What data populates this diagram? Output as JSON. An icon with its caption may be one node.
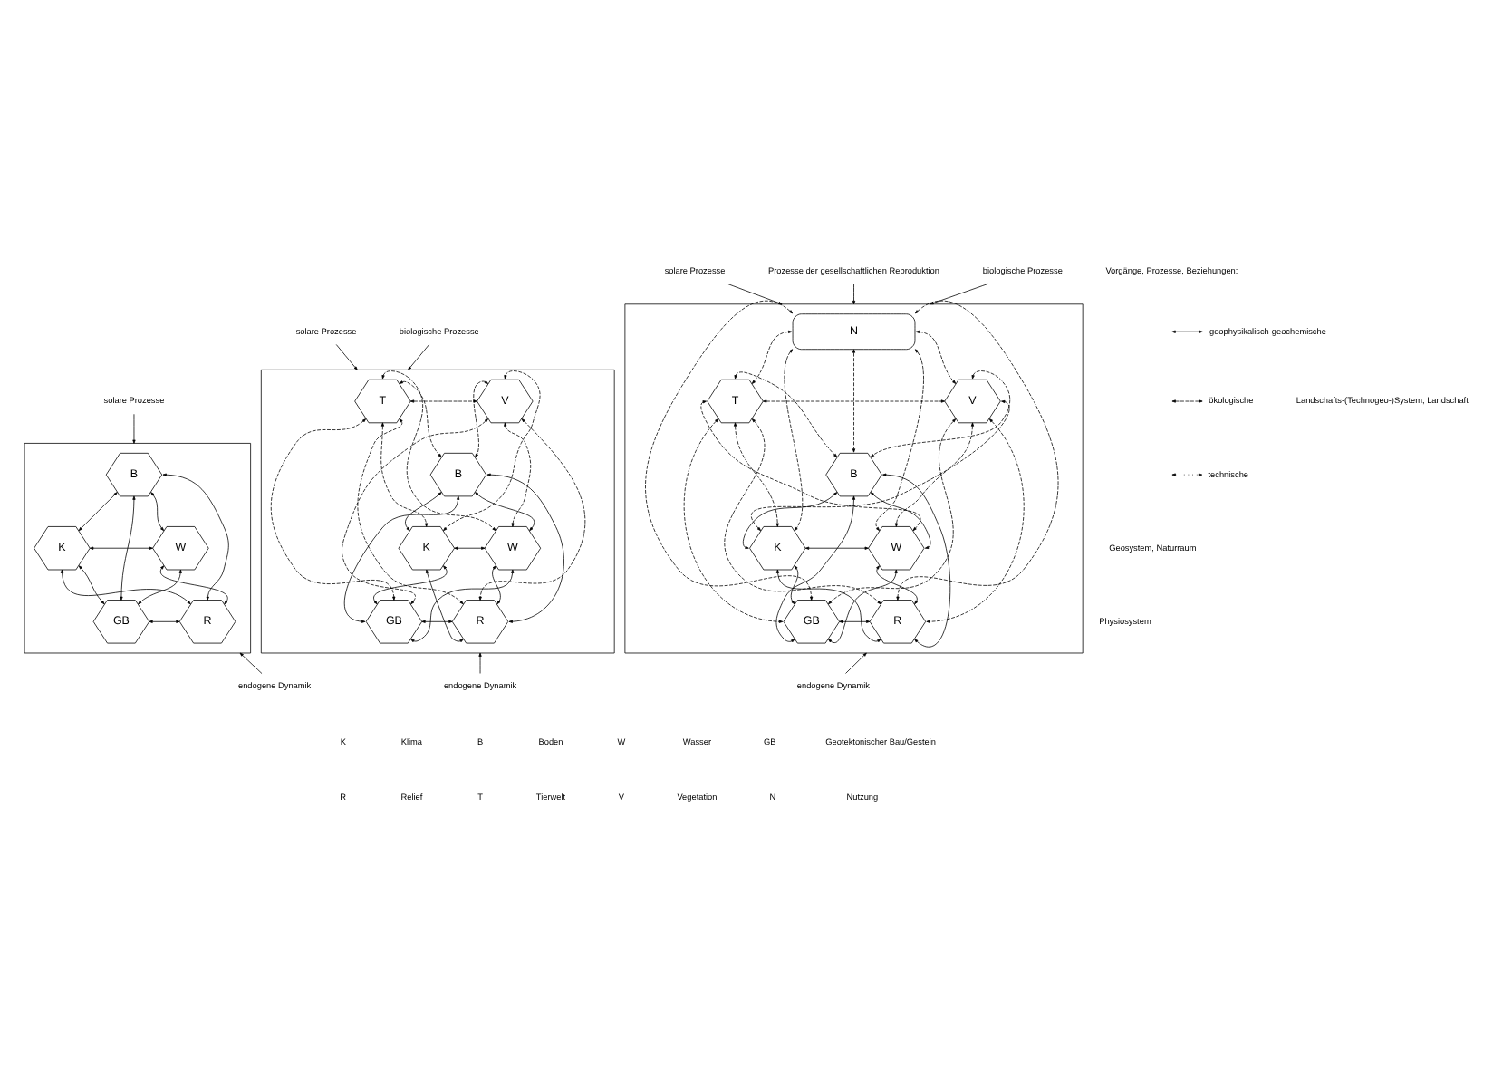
{
  "diagram": {
    "nodes": [
      {
        "text": [
          "solare Prozesse"
        ]
      },
      {
        "text": [],
        "shape": "box"
      },
      {
        "text": [
          "B"
        ],
        "in": 1
      },
      {
        "text": [
          "K"
        ],
        "in": 1
      },
      {
        "text": [
          "W"
        ],
        "in": 1
      },
      {
        "text": [
          "GB"
        ],
        "in": 1
      },
      {
        "text": [
          "R"
        ],
        "in": 1
      },
      {
        "text": [
          "endogene Dynamik"
        ]
      },
      {
        "text": [
          "solare Prozesse"
        ]
      },
      {
        "text": [
          "biologische Prozesse"
        ]
      },
      {
        "text": [],
        "shape": "box"
      },
      {
        "text": [
          "T"
        ],
        "in": 10
      },
      {
        "text": [
          "V"
        ],
        "in": 10
      },
      {
        "text": [
          "B"
        ],
        "in": 10
      },
      {
        "text": [
          "K"
        ],
        "in": 10
      },
      {
        "text": [
          "W"
        ],
        "in": 10
      },
      {
        "text": [
          "GB"
        ],
        "in": 10
      },
      {
        "text": [
          "R"
        ],
        "in": 10
      },
      {
        "text": [
          "endogene Dynamik"
        ]
      },
      {
        "text": [
          "solare Prozesse"
        ]
      },
      {
        "text": [
          "Prozesse der gesellschaftlichen Reproduktion"
        ]
      },
      {
        "text": [
          "biologische Prozesse"
        ]
      },
      {
        "text": [],
        "shape": "box"
      },
      {
        "text": [
          "N"
        ],
        "in": 22
      },
      {
        "text": [
          "T"
        ],
        "in": 22
      },
      {
        "text": [
          "V"
        ],
        "in": 22
      },
      {
        "text": [
          "B"
        ],
        "in": 22
      },
      {
        "text": [
          "K"
        ],
        "in": 22
      },
      {
        "text": [
          "W"
        ],
        "in": 22
      },
      {
        "text": [
          "GB"
        ],
        "in": 22
      },
      {
        "text": [
          "R"
        ],
        "in": 22
      },
      {
        "text": [
          "endogene Dynamik"
        ]
      }
    ],
    "edges": [
      {
        "from": 0,
        "to": 1,
        "arrow": "to"
      },
      {
        "from": 2,
        "to": 3,
        "arrow": "both"
      },
      {
        "from": 2,
        "to": 4,
        "arrow": "both"
      },
      {
        "from": 2,
        "to": 5,
        "arrow": "both"
      },
      {
        "from": 2,
        "to": 6,
        "arrow": "both"
      },
      {
        "from": 3,
        "to": 4,
        "arrow": "both"
      },
      {
        "from": 3,
        "to": 5,
        "arrow": "both"
      },
      {
        "from": 3,
        "to": 6,
        "arrow": "both"
      },
      {
        "from": 4,
        "to": 5,
        "arrow": "both"
      },
      {
        "from": 4,
        "to": 6,
        "arrow": "both"
      },
      {
        "from": 5,
        "to": 6,
        "arrow": "both"
      },
      {
        "from": 7,
        "to": 1,
        "arrow": "to"
      },
      {
        "from": 8,
        "to": 10,
        "arrow": "to"
      },
      {
        "from": 9,
        "to": 10,
        "arrow": "to"
      },
      {
        "from": 11,
        "to": 12,
        "arrow": "both",
        "style": "dashed"
      },
      {
        "from": 11,
        "to": 13,
        "arrow": "both",
        "style": "dashed"
      },
      {
        "from": 11,
        "to": 14,
        "arrow": "both",
        "style": "dashed"
      },
      {
        "from": 11,
        "to": 15,
        "arrow": "both",
        "style": "dashed"
      },
      {
        "from": 11,
        "to": 16,
        "arrow": "both",
        "style": "dashed"
      },
      {
        "from": 11,
        "to": 17,
        "arrow": "both",
        "style": "dashed"
      },
      {
        "from": 12,
        "to": 13,
        "arrow": "both",
        "style": "dashed"
      },
      {
        "from": 12,
        "to": 14,
        "arrow": "both",
        "style": "dashed"
      },
      {
        "from": 12,
        "to": 15,
        "arrow": "both",
        "style": "dashed"
      },
      {
        "from": 12,
        "to": 16,
        "arrow": "both",
        "style": "dashed"
      },
      {
        "from": 12,
        "to": 17,
        "arrow": "both",
        "style": "dashed"
      },
      {
        "from": 13,
        "to": 14,
        "arrow": "both"
      },
      {
        "from": 13,
        "to": 15,
        "arrow": "both"
      },
      {
        "from": 13,
        "to": 16,
        "arrow": "both"
      },
      {
        "from": 13,
        "to": 17,
        "arrow": "both"
      },
      {
        "from": 14,
        "to": 15,
        "arrow": "both"
      },
      {
        "from": 14,
        "to": 16,
        "arrow": "both"
      },
      {
        "from": 14,
        "to": 17,
        "arrow": "both"
      },
      {
        "from": 15,
        "to": 16,
        "arrow": "both"
      },
      {
        "from": 15,
        "to": 17,
        "arrow": "both"
      },
      {
        "from": 16,
        "to": 17,
        "arrow": "both"
      },
      {
        "from": 18,
        "to": 10,
        "arrow": "to"
      },
      {
        "from": 19,
        "to": 22,
        "arrow": "to"
      },
      {
        "from": 20,
        "to": 22,
        "arrow": "to"
      },
      {
        "from": 21,
        "to": 22,
        "arrow": "to"
      },
      {
        "from": 23,
        "to": 24,
        "arrow": "both",
        "style": "dashed"
      },
      {
        "from": 23,
        "to": 25,
        "arrow": "both",
        "style": "dashed"
      },
      {
        "from": 23,
        "to": 26,
        "arrow": "both",
        "style": "dashed"
      },
      {
        "from": 23,
        "to": 27,
        "arrow": "both",
        "style": "dashed"
      },
      {
        "from": 23,
        "to": 28,
        "arrow": "both",
        "style": "dashed"
      },
      {
        "from": 23,
        "to": 29,
        "arrow": "both",
        "style": "dashed"
      },
      {
        "from": 23,
        "to": 30,
        "arrow": "both",
        "style": "dashed"
      },
      {
        "from": 24,
        "to": 25,
        "arrow": "both",
        "style": "dashed"
      },
      {
        "from": 24,
        "to": 26,
        "arrow": "both",
        "style": "dashed"
      },
      {
        "from": 24,
        "to": 27,
        "arrow": "both",
        "style": "dashed"
      },
      {
        "from": 24,
        "to": 28,
        "arrow": "both",
        "style": "dashed"
      },
      {
        "from": 24,
        "to": 29,
        "arrow": "both",
        "style": "dashed"
      },
      {
        "from": 24,
        "to": 30,
        "arrow": "both",
        "style": "dashed"
      },
      {
        "from": 25,
        "to": 26,
        "arrow": "both",
        "style": "dashed"
      },
      {
        "from": 25,
        "to": 27,
        "arrow": "both",
        "style": "dashed"
      },
      {
        "from": 25,
        "to": 28,
        "arrow": "both",
        "style": "dashed"
      },
      {
        "from": 25,
        "to": 29,
        "arrow": "both",
        "style": "dashed"
      },
      {
        "from": 25,
        "to": 30,
        "arrow": "both",
        "style": "dashed"
      },
      {
        "from": 26,
        "to": 27,
        "arrow": "both"
      },
      {
        "from": 26,
        "to": 28,
        "arrow": "both"
      },
      {
        "from": 26,
        "to": 29,
        "arrow": "both"
      },
      {
        "from": 26,
        "to": 30,
        "arrow": "both"
      },
      {
        "from": 27,
        "to": 28,
        "arrow": "both"
      },
      {
        "from": 27,
        "to": 29,
        "arrow": "both"
      },
      {
        "from": 27,
        "to": 30,
        "arrow": "both"
      },
      {
        "from": 28,
        "to": 29,
        "arrow": "both"
      },
      {
        "from": 28,
        "to": 30,
        "arrow": "both"
      },
      {
        "from": 29,
        "to": 30,
        "arrow": "both"
      },
      {
        "from": 31,
        "to": 22,
        "arrow": "to"
      }
    ],
    "labels": [
      "Vorgänge, Prozesse, Beziehungen:",
      "Physiosystem",
      "Geosystem, Naturraum",
      "Landschafts-(Technogeo-)System, Landschaft",
      "K",
      "Klima",
      "B",
      "Boden",
      "W",
      "Wasser",
      "GB",
      "Geotektonischer Bau/Gestein",
      "R",
      "Relief",
      "T",
      "Tierwelt",
      "V",
      "Vegetation",
      "N",
      "Nutzung"
    ],
    "legend": [
      {
        "text": "geophysikalisch-geochemische"
      },
      {
        "text": "ökologische"
      },
      {
        "text": "technische"
      }
    ]
  }
}
